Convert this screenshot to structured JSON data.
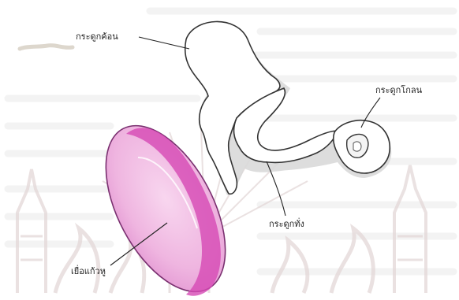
{
  "figure": {
    "labels": {
      "malleus": "กระดูกค้อน",
      "incus": "กระดูกทั่ง",
      "stapes": "กระดูกโกลน",
      "eardrum": "เยื่อแก้วหู"
    }
  }
}
